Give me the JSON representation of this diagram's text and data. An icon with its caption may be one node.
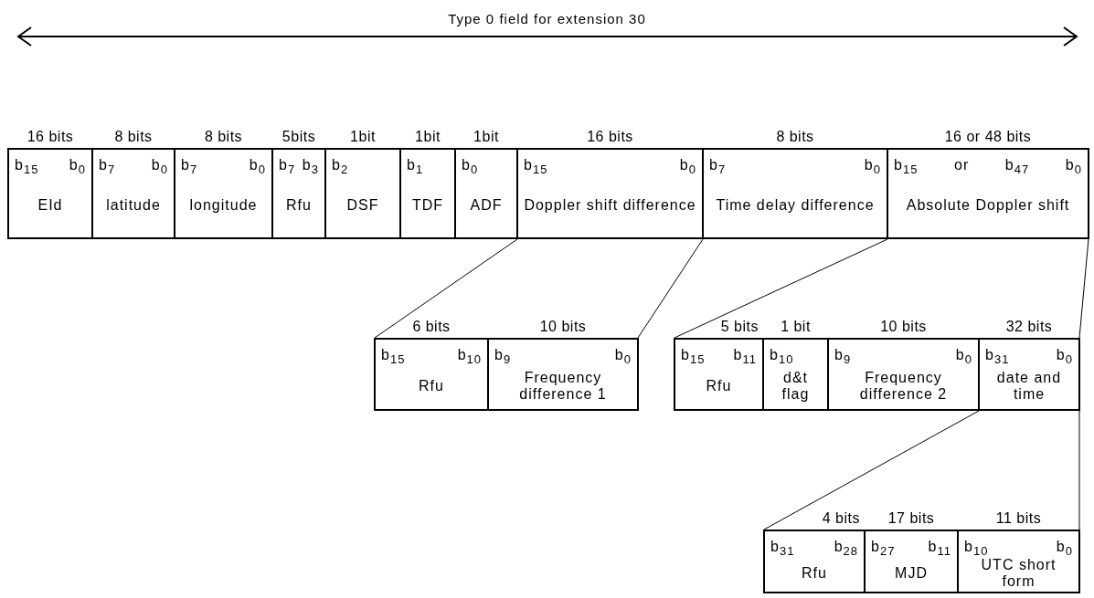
{
  "diagram": {
    "title": "Type 0 field for extension 30",
    "nodes": [
      {
        "text": [
          "b$_{15}$ b$_{0}$",
          "EId"
        ],
        "beside": [
          "16 bits"
        ]
      },
      {
        "text": [
          "b$_{7}$ b$_{0}$",
          "latitude"
        ],
        "beside": [
          "8 bits"
        ]
      },
      {
        "text": [
          "b$_{7}$ b$_{0}$",
          "longitude"
        ],
        "beside": [
          "8 bits"
        ]
      },
      {
        "text": [
          "b$_{7}$ b$_{3}$",
          "Rfu"
        ],
        "beside": [
          "5bits"
        ]
      },
      {
        "text": [
          "b$_{2}$",
          "DSF"
        ],
        "beside": [
          "1bit"
        ]
      },
      {
        "text": [
          "b$_{1}$",
          "TDF"
        ],
        "beside": [
          "1bit"
        ]
      },
      {
        "text": [
          "b$_{0}$",
          "ADF"
        ],
        "beside": [
          "1bit"
        ]
      },
      {
        "text": [
          "b$_{15}$ b$_{0}$",
          "Doppler shift difference"
        ],
        "beside": [
          "16 bits"
        ]
      },
      {
        "text": [
          "b$_{7}$ b$_{0}$",
          "Time delay difference"
        ],
        "beside": [
          "8 bits"
        ]
      },
      {
        "text": [
          "b$_{15}$ or b$_{47}$ b$_{0}$",
          "Absolute Doppler shift"
        ],
        "beside": [
          "16 or 48 bits"
        ]
      },
      {
        "text": [
          "b$_{15}$ b$_{10}$",
          "Rfu"
        ],
        "beside": [
          "6 bits"
        ]
      },
      {
        "text": [
          "b$_{9}$ b$_{0}$",
          "Frequency difference 1"
        ],
        "beside": [
          "10 bits"
        ]
      },
      {
        "text": [
          "b$_{15}$ b$_{11}$",
          "Rfu"
        ],
        "beside": [
          "5 bits"
        ]
      },
      {
        "text": [
          "b$_{10}$",
          "d&t flag"
        ],
        "beside": [
          "1 bit"
        ]
      },
      {
        "text": [
          "b$_{9}$ b$_{0}$",
          "Frequency difference 2"
        ],
        "beside": [
          "10 bits"
        ]
      },
      {
        "text": [
          "b$_{31}$ b$_{0}$",
          "date and time"
        ],
        "beside": [
          "32 bits"
        ]
      },
      {
        "text": [
          "b$_{31}$ b$_{28}$",
          "Rfu"
        ],
        "beside": [
          "4 bits"
        ]
      },
      {
        "text": [
          "b$_{27}$ b$_{11}$",
          "MJD"
        ],
        "beside": [
          "17 bits"
        ]
      },
      {
        "text": [
          "b$_{10}$ b$_{0}$",
          "UTC short form"
        ],
        "beside": [
          "11 bits"
        ]
      }
    ],
    "edges": [
      {
        "from": 7,
        "to": 10,
        "arrow": "none"
      },
      {
        "from": 7,
        "to": 11,
        "arrow": "none"
      },
      {
        "from": 9,
        "to": 12,
        "arrow": "none"
      },
      {
        "from": 9,
        "to": 15,
        "arrow": "none"
      },
      {
        "from": 15,
        "to": 16,
        "arrow": "none"
      },
      {
        "from": 15,
        "to": 18,
        "arrow": "none"
      }
    ]
  }
}
